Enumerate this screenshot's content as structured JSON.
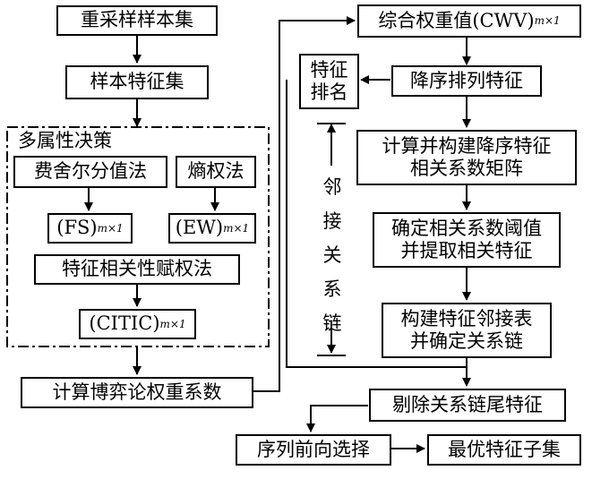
{
  "nodes": {
    "resample": "重采样样本集",
    "feature_set": "样本特征集",
    "group_title": "多属性决策",
    "fisher": "费舍尔分值法",
    "entropy": "熵权法",
    "fs_main": "(FS)",
    "ew_main": "(EW)",
    "sub_mx1": "m×1",
    "citic_method": "特征相关性赋权法",
    "citic_main": "(CITIC)",
    "game": "计算博弈论权重系数",
    "cwv_main": "综合权重值(CWV)",
    "rank_line1": "特征",
    "rank_line2": "排名",
    "desc_sort": "降序排列特征",
    "corr_line1": "计算并构建降序特征",
    "corr_line2": "相关系数矩阵",
    "thresh_line1": "确定相关系数阈值",
    "thresh_line2": "并提取相关特征",
    "adj_line1": "构建特征邻接表",
    "adj_line2": "并确定关系链",
    "remove_tail": "剔除关系链尾特征",
    "forward": "序列前向选择",
    "optimal": "最优特征子集"
  },
  "side_label": [
    "邻",
    "接",
    "关",
    "系",
    "链"
  ]
}
